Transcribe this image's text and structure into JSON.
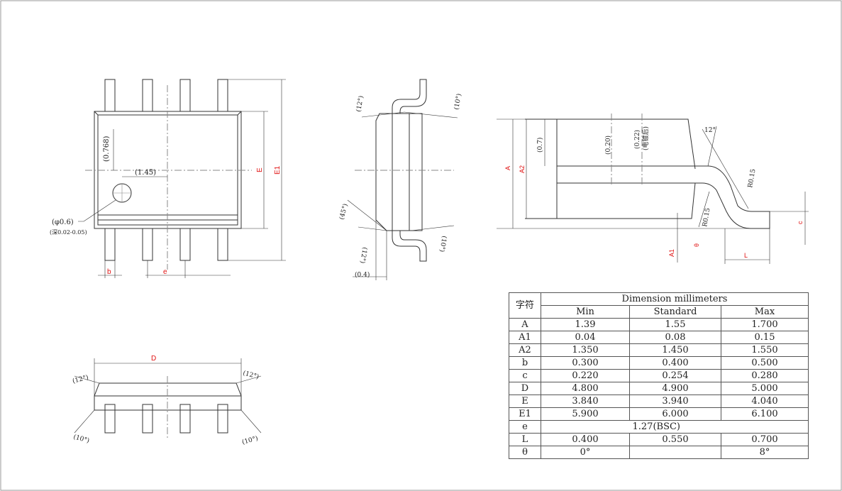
{
  "views": {
    "top": {
      "labels": {
        "d1": "(0.768)",
        "d2": "(1.45)",
        "d3": "(φ0.6)",
        "d4": "(深0.02-0.05)",
        "b": "b",
        "e": "e",
        "E": "E",
        "E1": "E1"
      }
    },
    "side": {
      "labels": {
        "a1": "(12°)",
        "a2": "(10°)",
        "a3": "(45°)",
        "a4": "(12°)",
        "a5": "(10°)",
        "d1": "(0.4)"
      }
    },
    "profile": {
      "labels": {
        "d1": "(0.7)",
        "d2": "(0.20)",
        "d3": "(0.22)",
        "d4": "(电镀后)",
        "r1": "R0.15",
        "r2": "R0.15",
        "ang": "12°",
        "A": "A",
        "A2": "A2",
        "A1": "A1",
        "theta": "θ",
        "L": "L",
        "c": "c"
      }
    },
    "bottom": {
      "labels": {
        "D": "D",
        "a1": "(12°)",
        "a2": "(12°)",
        "a3": "(10°)",
        "a4": "(10°)"
      }
    }
  },
  "table": {
    "symbol_header": "字符",
    "group_header": "Dimension millimeters",
    "col_min": "Min",
    "col_std": "Standard",
    "col_max": "Max",
    "rows": [
      {
        "sym": "A",
        "min": "1.39",
        "std": "1.55",
        "max": "1.700"
      },
      {
        "sym": "A1",
        "min": "0.04",
        "std": "0.08",
        "max": "0.15"
      },
      {
        "sym": "A2",
        "min": "1.350",
        "std": "1.450",
        "max": "1.550"
      },
      {
        "sym": "b",
        "min": "0.300",
        "std": "0.400",
        "max": "0.500"
      },
      {
        "sym": "c",
        "min": "0.220",
        "std": "0.254",
        "max": "0.280"
      },
      {
        "sym": "D",
        "min": "4.800",
        "std": "4.900",
        "max": "5.000"
      },
      {
        "sym": "E",
        "min": "3.840",
        "std": "3.940",
        "max": "4.040"
      },
      {
        "sym": "E1",
        "min": "5.900",
        "std": "6.000",
        "max": "6.100"
      },
      {
        "sym": "e",
        "min": "",
        "std": "1.27(BSC)",
        "max": ""
      },
      {
        "sym": "L",
        "min": "0.400",
        "std": "0.550",
        "max": "0.700"
      },
      {
        "sym": "θ",
        "min": "0°",
        "std": "",
        "max": "8°"
      }
    ]
  }
}
